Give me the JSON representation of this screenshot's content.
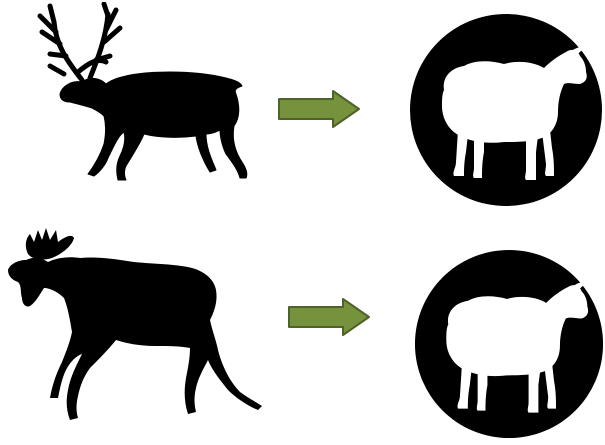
{
  "figure": {
    "rows": [
      {
        "source_animal": "reindeer-silhouette",
        "arrow_color": "#76923c",
        "arrow_border_color": "#4f6228",
        "target_animal": "sheep-in-black-circle"
      },
      {
        "source_animal": "moose-silhouette",
        "arrow_color": "#76923c",
        "arrow_border_color": "#4f6228",
        "target_animal": "sheep-in-black-circle"
      }
    ],
    "silhouette_color": "#000000",
    "sheep_color": "#ffffff"
  }
}
